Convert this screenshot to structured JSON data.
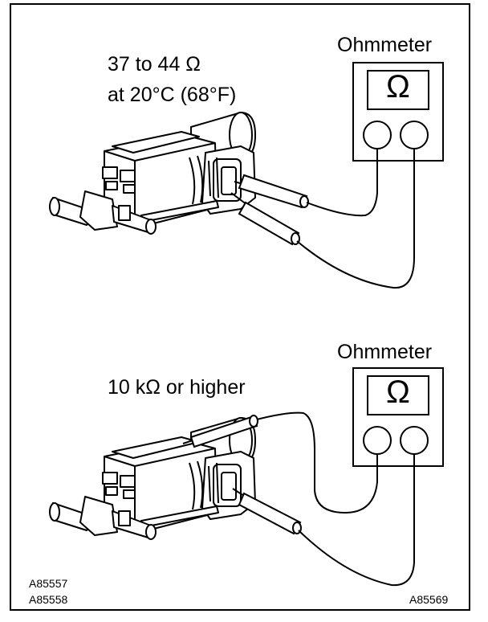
{
  "top_panel": {
    "meter_label": "Ohmmeter",
    "meter_symbol": "Ω",
    "spec_line1": "37 to 44 Ω",
    "spec_line2": "at 20°C (68°F)"
  },
  "bottom_panel": {
    "meter_label": "Ohmmeter",
    "meter_symbol": "Ω",
    "spec_line1": "10 kΩ or higher"
  },
  "codes": {
    "left_1": "A85557",
    "left_2": "A85558",
    "right": "A85569"
  }
}
